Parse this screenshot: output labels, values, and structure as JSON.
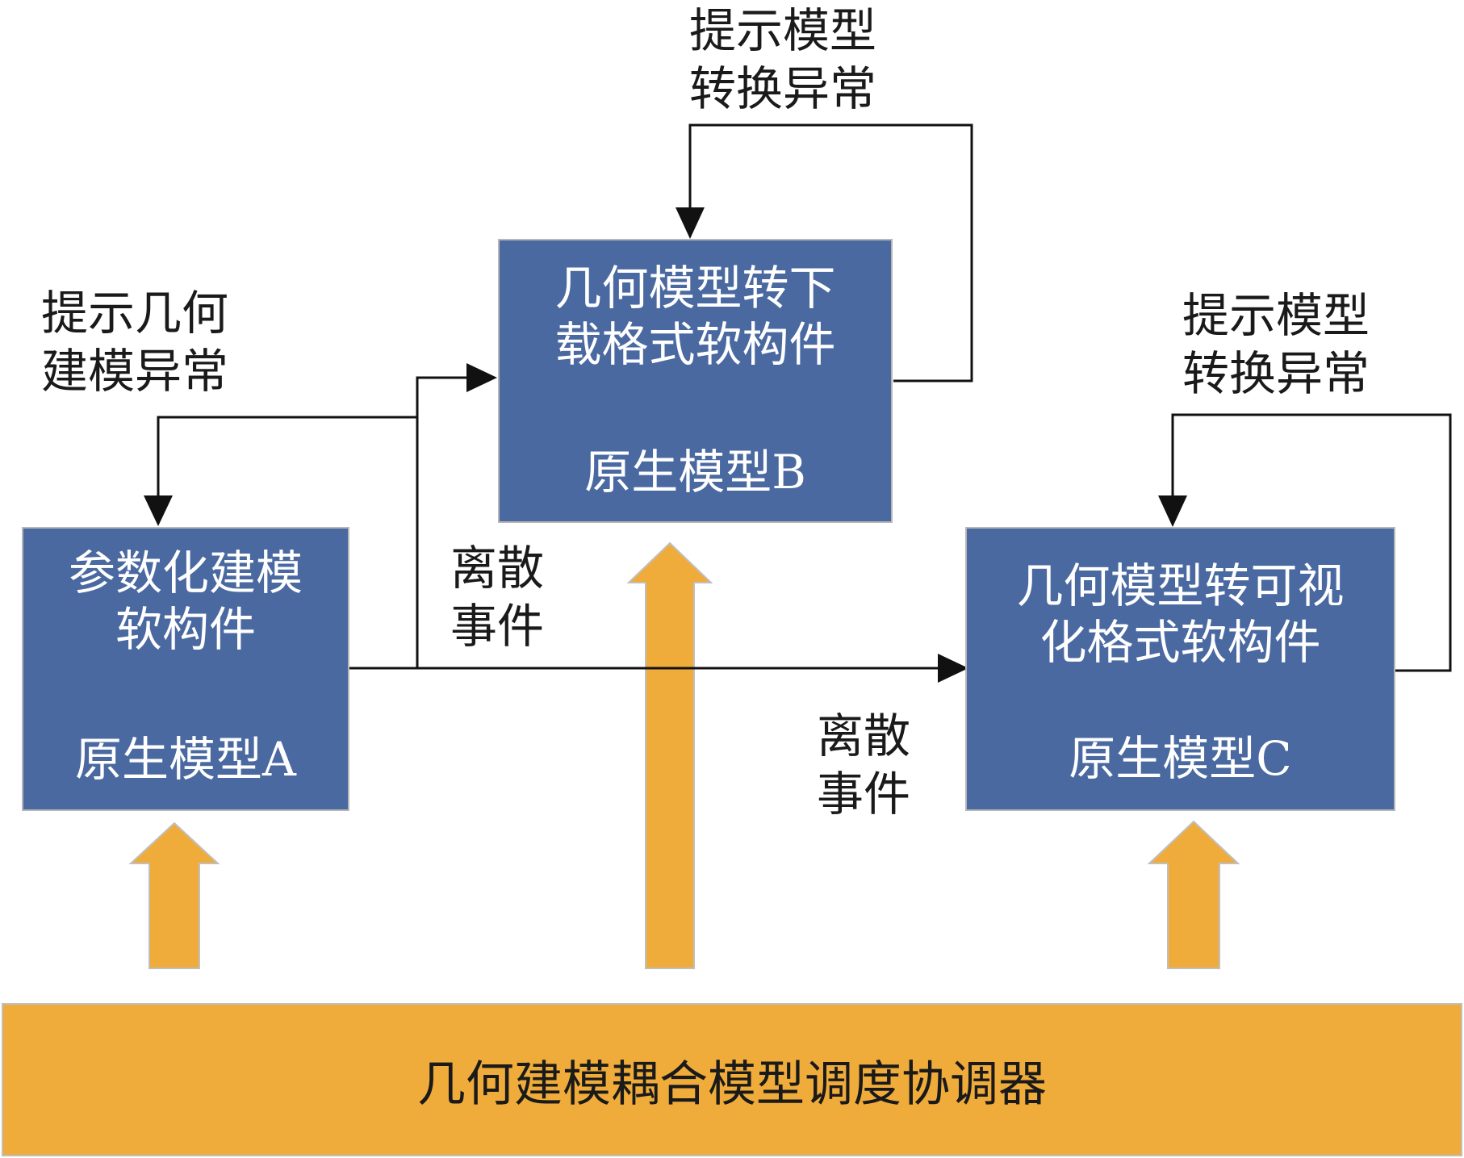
{
  "components": {
    "a": {
      "title": "参数化建模\n软构件",
      "model": "原生模型A"
    },
    "b": {
      "title": "几何模型转下\n载格式软构件",
      "model": "原生模型B"
    },
    "c": {
      "title": "几何模型转可视\n化格式软构件",
      "model": "原生模型C"
    }
  },
  "labels": {
    "hint_geometry_exception": "提示几何\n建模异常",
    "hint_model_conversion_b": "提示模型\n转换异常",
    "hint_model_conversion_c": "提示模型\n转换异常",
    "discrete_event_1": "离散\n事件",
    "discrete_event_2": "离散\n事件"
  },
  "coordinator": {
    "label": "几何建模耦合模型调度协调器"
  },
  "colors": {
    "component_fill": "#4a69a1",
    "component_border": "#b7b7b7",
    "coordinator_fill": "#f0ac3b",
    "up_arrow_fill": "#f0ac3b",
    "connector": "#111111"
  }
}
